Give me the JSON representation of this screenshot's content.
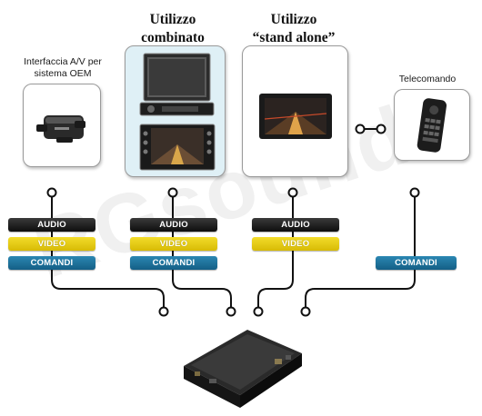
{
  "captions": {
    "oem_interface": "Interfaccia A/V per sistema OEM",
    "combined_line1": "Utilizzo",
    "combined_line2": "combinato",
    "standalone_line1": "Utilizzo",
    "standalone_line2": "“stand alone”",
    "remote": "Telecomando"
  },
  "tags": {
    "audio": "AUDIO",
    "video": "VIDEO",
    "comandi": "COMANDI"
  },
  "watermark": "RGsound",
  "colors": {
    "audio": "#1a1a1a",
    "video": "#e6c80f",
    "comandi": "#1b6f98",
    "combined_box_bg": "#dff0f6"
  }
}
